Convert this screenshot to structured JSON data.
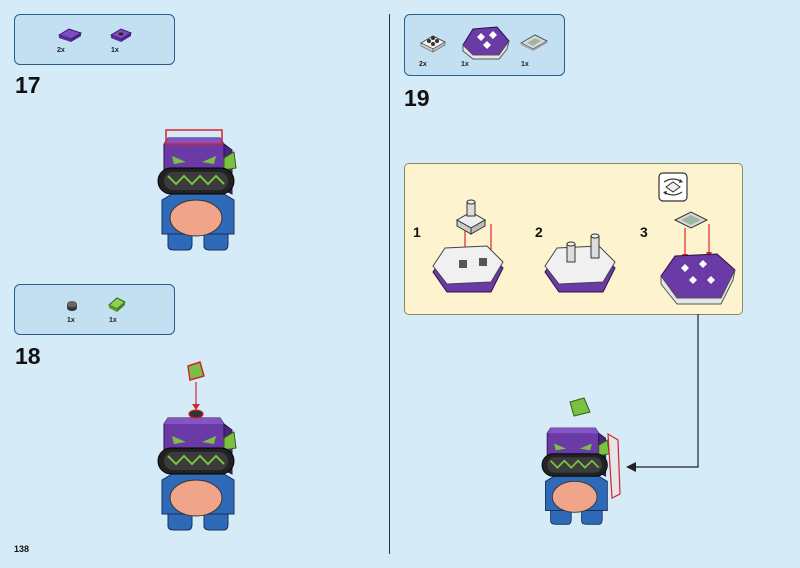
{
  "step17": {
    "number": "17",
    "parts": [
      {
        "qty": "2x",
        "icon": "purple-tile-1x2"
      },
      {
        "qty": "1x",
        "icon": "purple-plate-with-dot"
      }
    ]
  },
  "step18": {
    "number": "18",
    "parts": [
      {
        "qty": "1x",
        "icon": "black-round-stud"
      },
      {
        "qty": "1x",
        "icon": "green-wedge-slope"
      }
    ]
  },
  "step19": {
    "number": "19",
    "parts": [
      {
        "qty": "2x",
        "icon": "white-plate-2x2"
      },
      {
        "qty": "1x",
        "icon": "purple-dome-piece"
      },
      {
        "qty": "1x",
        "icon": "grey-tile-2x2"
      }
    ],
    "substeps": [
      "1",
      "2",
      "3"
    ]
  },
  "page": {
    "number": "138"
  },
  "colors": {
    "background": "#d6ebf8",
    "parts_box": "#c3dff2",
    "subassembly_box": "#fdf4cf",
    "purple": "#6a3aa6",
    "green": "#7ac143",
    "blue": "#2f6ab8",
    "salmon": "#f0a58a",
    "callout_arrow": "#d6242e"
  }
}
